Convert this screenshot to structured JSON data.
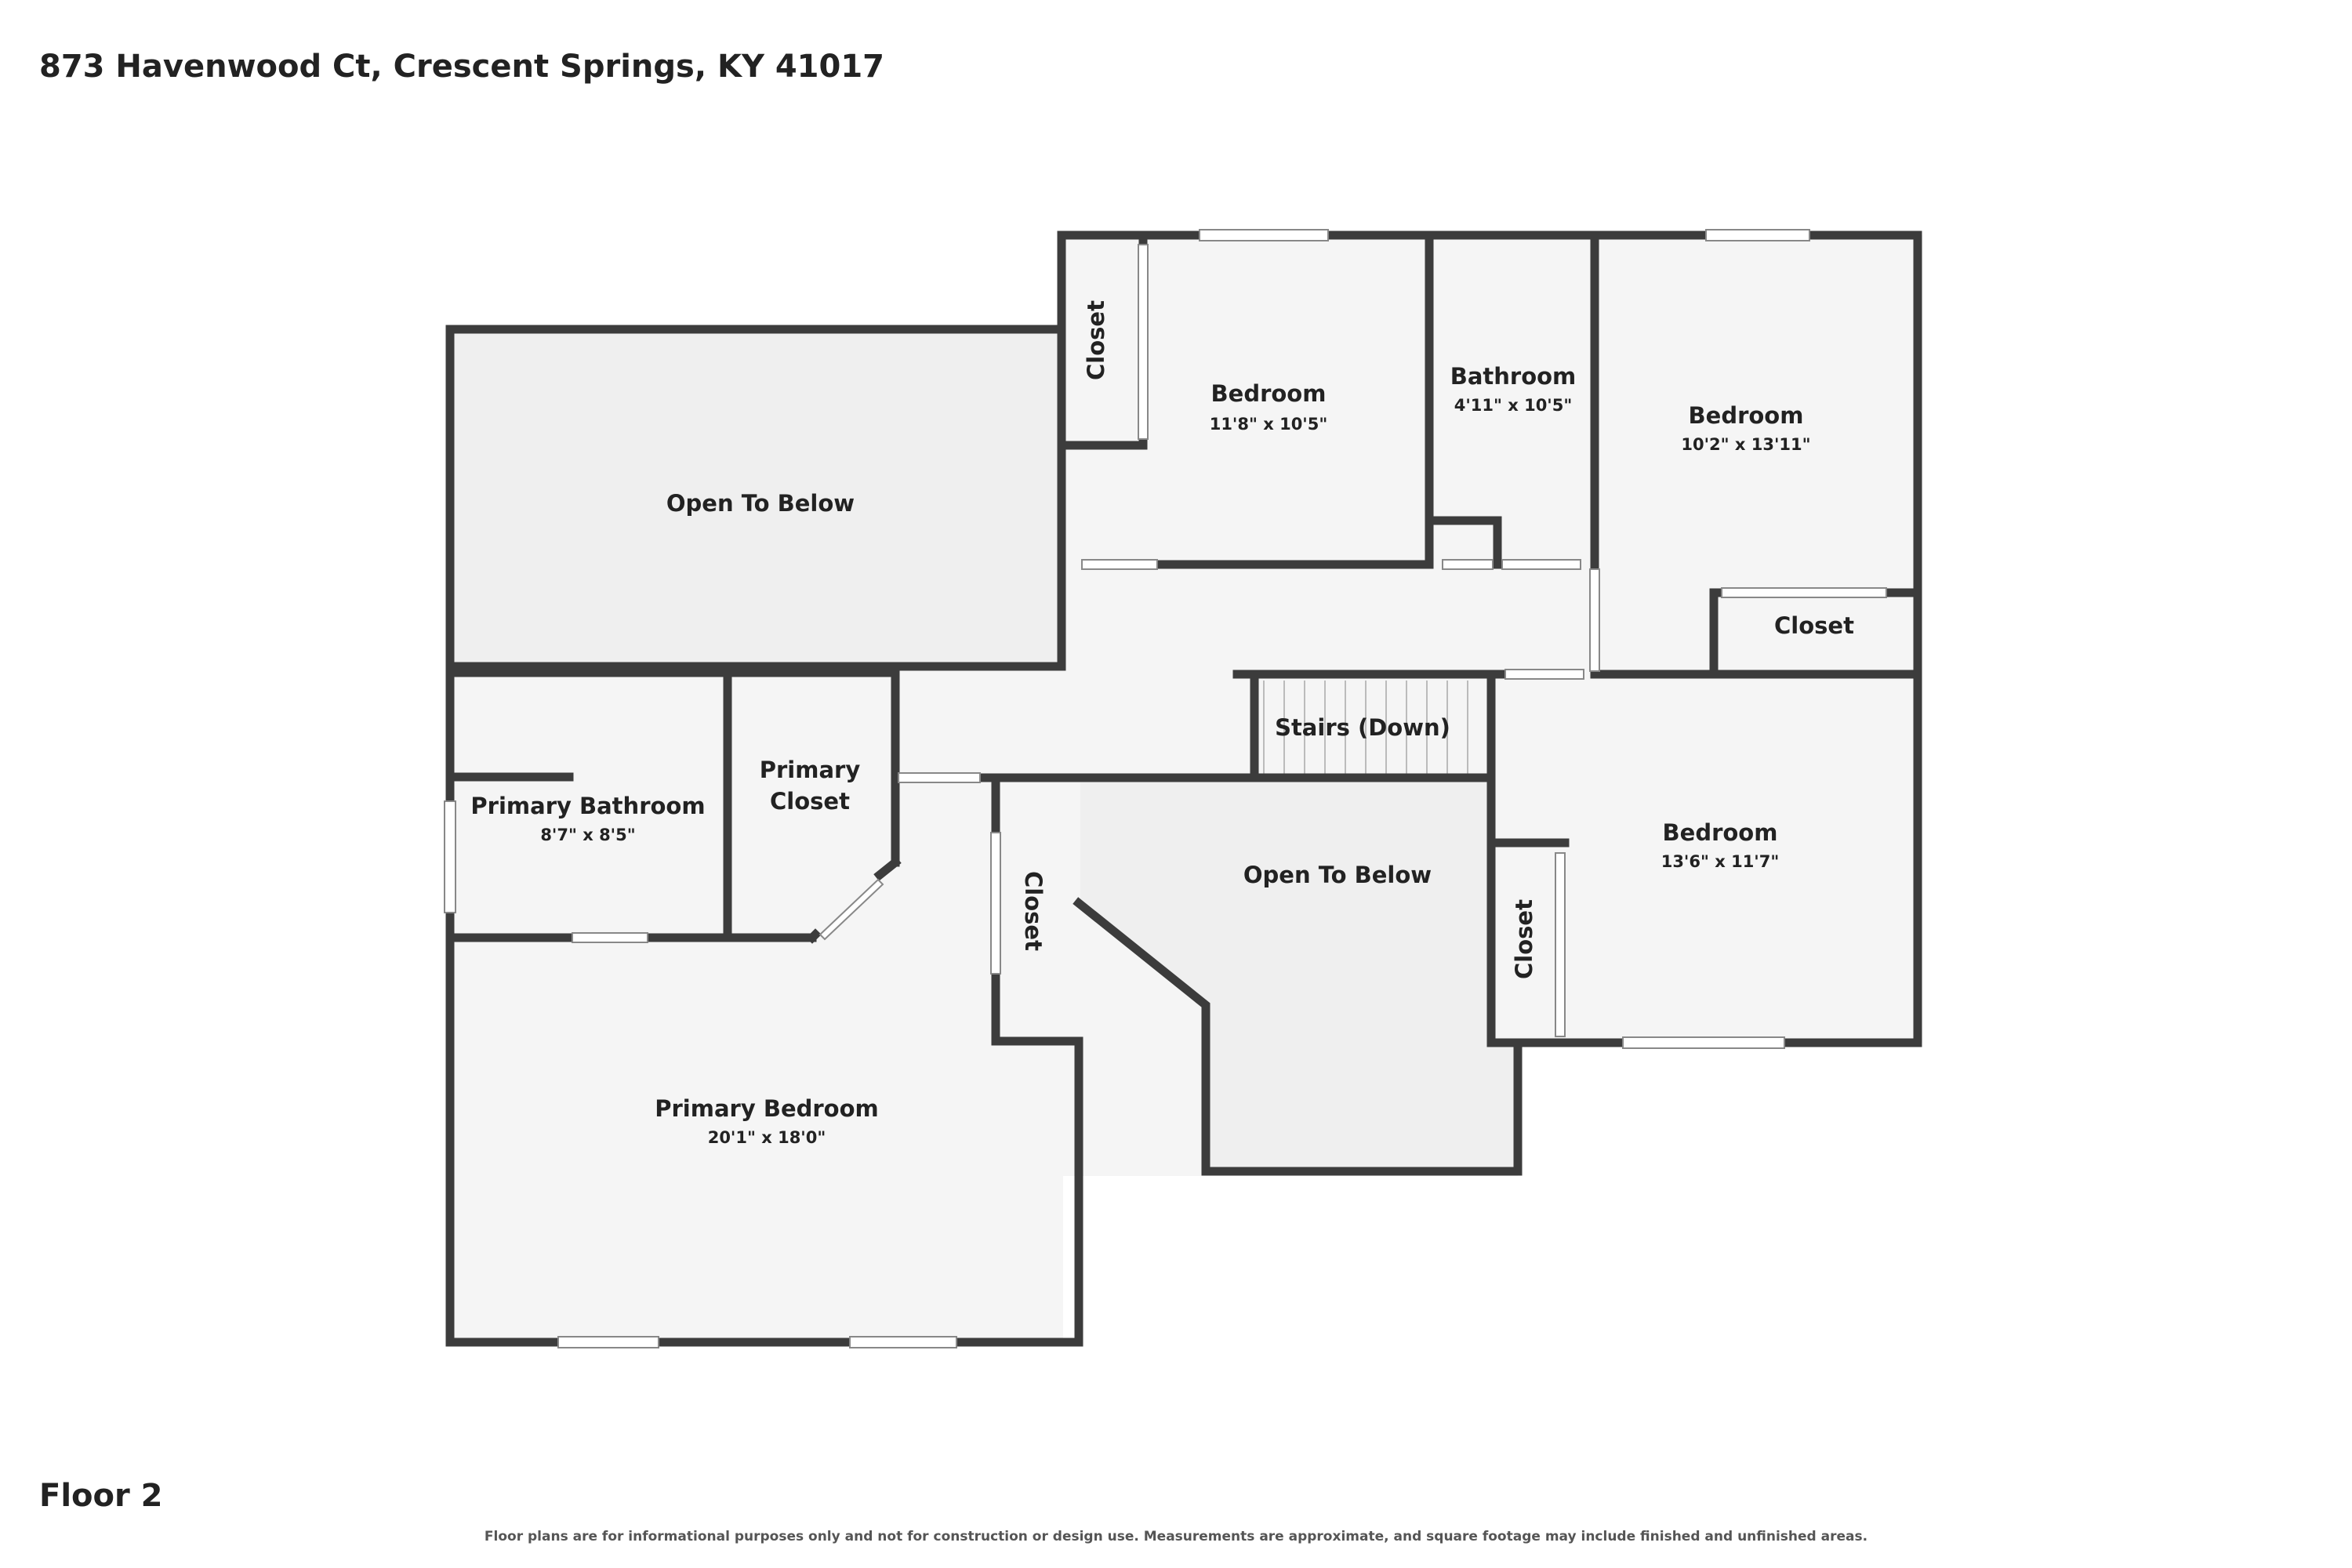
{
  "address": "873 Havenwood Ct, Crescent Springs, KY 41017",
  "floor": "Floor 2",
  "disclaimer": "Floor plans are for informational purposes only and not for construction or design use. Measurements are approximate, and square footage may include finished and unfinished areas.",
  "rooms": {
    "open_to_below_1": {
      "name": "Open To Below"
    },
    "closet_top": {
      "name": "Closet"
    },
    "bedroom_1": {
      "name": "Bedroom",
      "dims": "11'8\" x 10'5\""
    },
    "bathroom": {
      "name": "Bathroom",
      "dims": "4'11\" x 10'5\""
    },
    "bedroom_2": {
      "name": "Bedroom",
      "dims": "10'2\" x 13'11\""
    },
    "closet_right": {
      "name": "Closet"
    },
    "stairs": {
      "name": "Stairs (Down)"
    },
    "primary_bathroom": {
      "name": "Primary Bathroom",
      "dims": "8'7\" x 8'5\""
    },
    "primary_closet": {
      "name_line1": "Primary",
      "name_line2": "Closet"
    },
    "closet_middle": {
      "name": "Closet"
    },
    "open_to_below_2": {
      "name": "Open To Below"
    },
    "bedroom_3": {
      "name": "Bedroom",
      "dims": "13'6\" x 11'7\""
    },
    "closet_lower_right": {
      "name": "Closet"
    },
    "primary_bedroom": {
      "name": "Primary Bedroom",
      "dims": "20'1\" x 18'0\""
    }
  },
  "colors": {
    "wall": "#3c3c3c",
    "floor": "#f5f5f5",
    "open_area": "#efefef",
    "background": "#ffffff"
  }
}
